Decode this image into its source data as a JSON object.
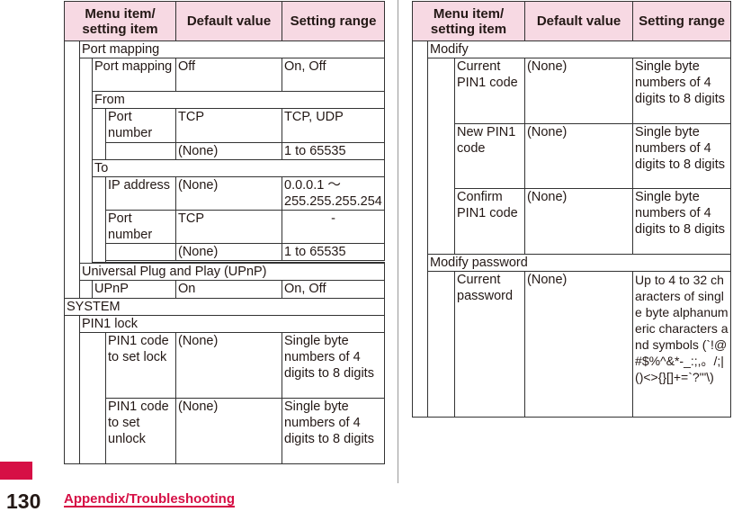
{
  "headers": {
    "col1": "Menu item/ setting item",
    "col2": "Default value",
    "col3": "Setting range"
  },
  "left": {
    "port_mapping": "Port mapping",
    "pm_item": "Port mapping",
    "pm_default": "Off",
    "pm_range": "On, Off",
    "from": "From",
    "from_port_item": "Port number",
    "from_port_default": "TCP",
    "from_port_range": "TCP, UDP",
    "from_port2_default": "(None)",
    "from_port2_range": "1 to 65535",
    "to": "To",
    "to_ip_item": "IP address",
    "to_ip_default": "(None)",
    "to_ip_range": "0.0.0.1 ～ 255.255.255.254",
    "to_port_item": "Port number",
    "to_port_default": "TCP",
    "to_port_range": "-",
    "to_port2_default": "(None)",
    "to_port2_range": "1 to 65535",
    "upnp_section": "Universal Plug and Play (UPnP)",
    "upnp_item": "UPnP",
    "upnp_default": "On",
    "upnp_range": "On, Off",
    "system": "SYSTEM",
    "pin1_lock": "PIN1 lock",
    "pin1_code_lock_item": "PIN1 code to set lock",
    "pin1_code_lock_default": "(None)",
    "pin1_code_lock_range": "Single byte numbers of 4 digits to 8 digits",
    "pin1_code_unlock_item": "PIN1 code to set unlock",
    "pin1_code_unlock_default": "(None)",
    "pin1_code_unlock_range": "Single byte numbers of 4 digits to 8 digits"
  },
  "right": {
    "modify": "Modify",
    "current_pin_item": "Current PIN1 code",
    "current_pin_default": "(None)",
    "current_pin_range": "Single byte numbers of 4 digits to 8 digits",
    "new_pin_item": "New PIN1 code",
    "new_pin_default": "(None)",
    "new_pin_range": "Single byte numbers of 4 digits to 8 digits",
    "confirm_pin_item": "Confirm PIN1 code",
    "confirm_pin_default": "(None)",
    "confirm_pin_range": "Single byte numbers of 4 digits to 8 digits",
    "modify_password": "Modify password",
    "current_password_item": "Current password",
    "current_password_default": "(None)",
    "current_password_range": "Up to 4 to 32 characters of single byte alphanumeric characters and symbols (`!@#$%^&*-_:;,。/;|()<>{}[]+=`?'\"\\)"
  },
  "footer": {
    "page_number": "130",
    "section_title": "Appendix/Troubleshooting"
  },
  "colors": {
    "header_bg": "#f7d9e3",
    "accent": "#d60f45"
  }
}
